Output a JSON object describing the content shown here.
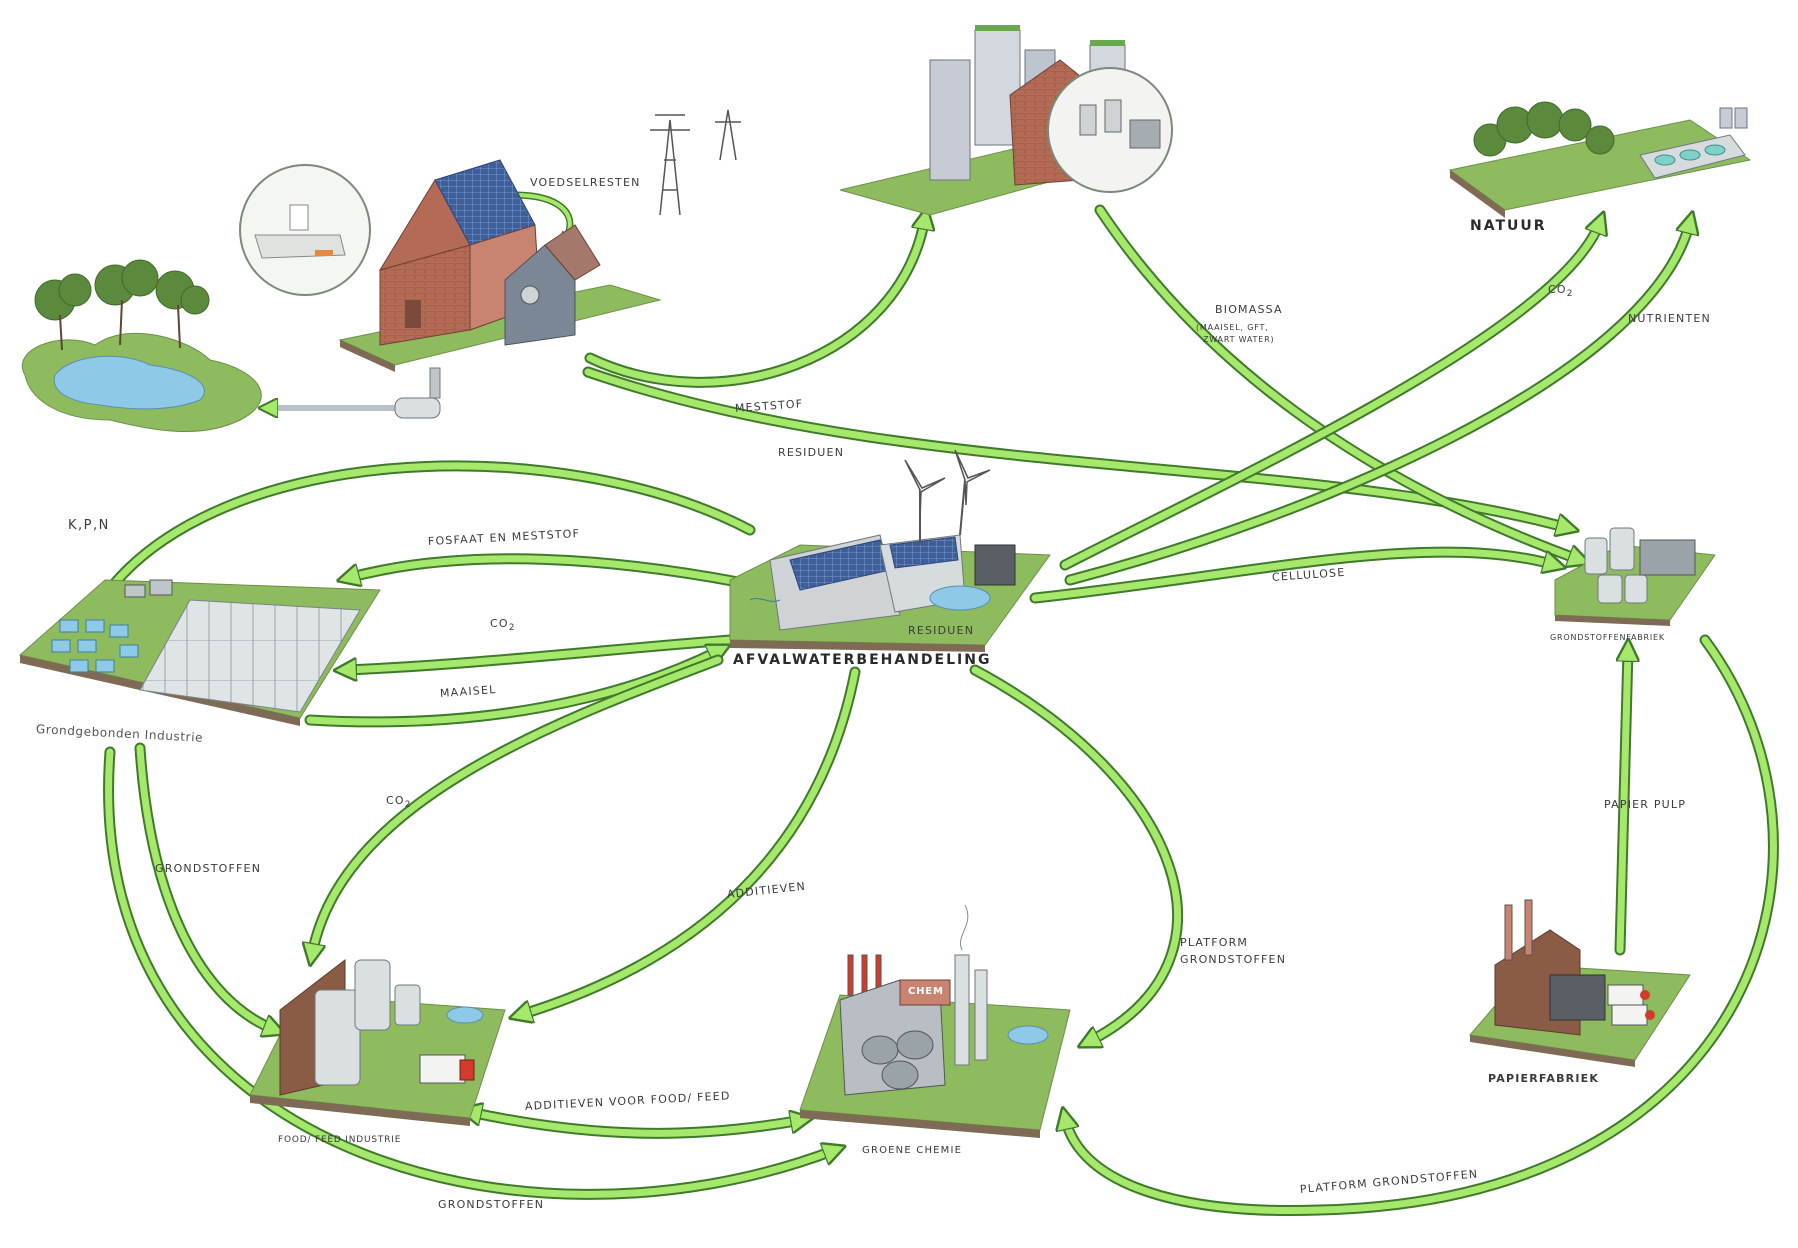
{
  "flows": {
    "voedselresten": "VOEDSELRESTEN",
    "meststof": "MESTSTOF",
    "biomassa": "BIOMASSA",
    "biomassa_detail_1": "(MAAISEL, GFT,",
    "biomassa_detail_2": "ZWART WATER)",
    "co2_natuur": "CO",
    "nutrienten": "NUTRIENTEN",
    "residuen_top": "RESIDUEN",
    "kpn": "K,P,N",
    "fosfaat": "FOSFAAT EN MESTSTOF",
    "co2_grond": "CO",
    "cellulose": "CELLULOSE",
    "residuen_center": "RESIDUEN",
    "maaisel": "MAAISEL",
    "co2_food": "CO",
    "grondstoffen_left": "GRONDSTOFFEN",
    "additieven": "ADDITIEVEN",
    "platform_1": "PLATFORM",
    "platform_2": "GRONDSTOFFEN",
    "papierpulp": "PAPIER PULP",
    "additieven_food": "ADDITIEVEN VOOR FOOD/ FEED",
    "grondstoffen_bottom": "GRONDSTOFFEN",
    "platform_bottom": "PLATFORM GRONDSTOFFEN",
    "co2_subscript": "2"
  },
  "nodes": {
    "natuur": "NATUUR",
    "afvalwater": "AFVALWATERBEHANDELING",
    "grondgebonden": "Grondgebonden Industrie",
    "grondstoffenfabriek": "GRONDSTOFFENFABRIEK",
    "food_feed": "FOOD/ FEED INDUSTRIE",
    "groene_chemie": "GROENE CHEMIE",
    "papierfabriek": "PAPIERFABRIEK",
    "chem_sign": "CHEM"
  },
  "colors": {
    "arrow_fill": "#a6e86c",
    "arrow_stroke": "#3f7a2a",
    "ground_green": "#8dbb5e",
    "water_blue": "#8fc9e8",
    "brick": "#b36b55",
    "solar": "#3f5f9a",
    "concrete": "#cfd3d6"
  }
}
